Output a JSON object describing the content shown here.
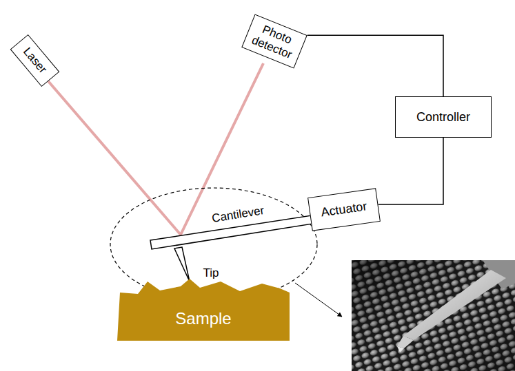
{
  "diagram": {
    "nodes": [
      {
        "text": [
          "Laser"
        ]
      },
      {
        "text": [
          "Photo detector"
        ]
      },
      {
        "text": [
          "Controller"
        ]
      },
      {
        "text": [
          "Actuator"
        ]
      },
      {
        "text": [
          "Sample"
        ]
      }
    ],
    "edges": [
      {
        "from": 1,
        "to": 2,
        "arrow": "none"
      },
      {
        "from": 2,
        "to": 3,
        "arrow": "none"
      }
    ],
    "labels": [
      "Cantilever",
      "Tip"
    ]
  }
}
